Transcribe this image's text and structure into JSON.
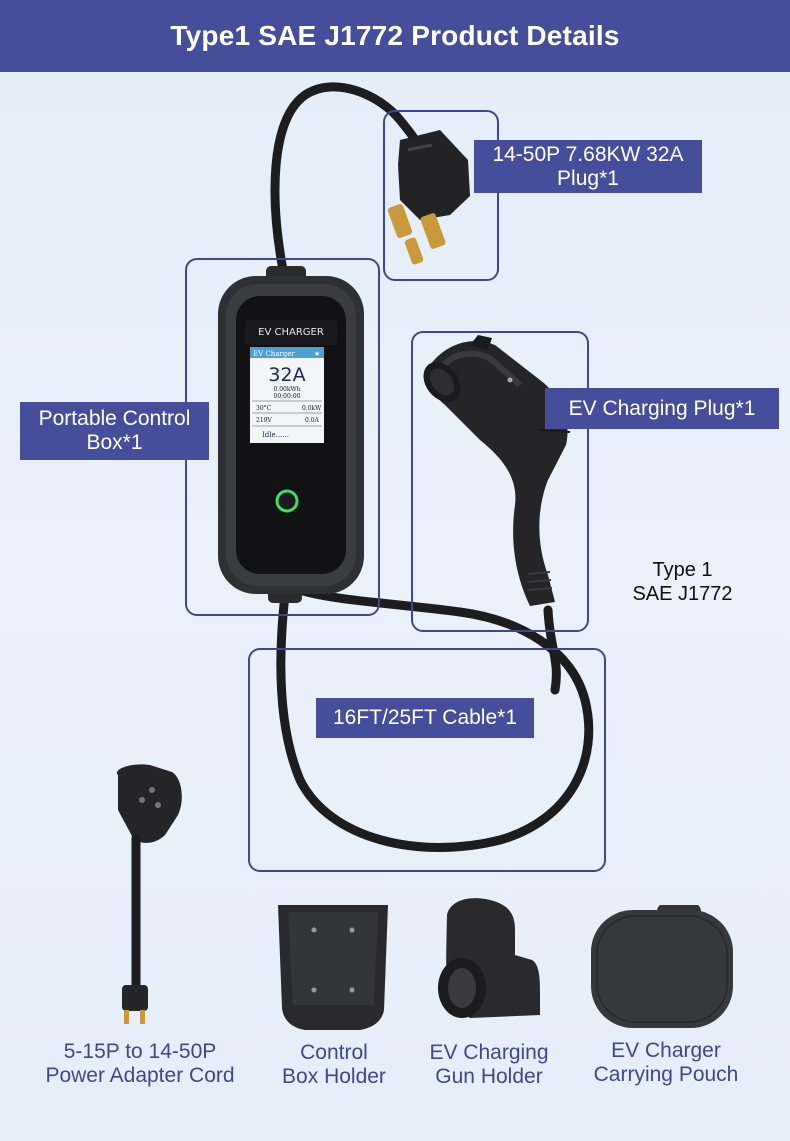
{
  "header": {
    "title": "Type1 SAE J1772 Product Details"
  },
  "callouts": {
    "plug_line1": "14-50P 7.68KW 32A",
    "plug_line2": "Plug*1",
    "control_box_line1": "Portable Control",
    "control_box_line2": "Box*1",
    "charging_plug": "EV Charging Plug*1",
    "cable": "16FT/25FT Cable*1"
  },
  "type_note": {
    "line1": "Type 1",
    "line2": "SAE J1772"
  },
  "control_box": {
    "brand": "EV CHARGER",
    "screen_title": "EV Charger",
    "current": "32A",
    "energy": "0.00kWh",
    "time": "00:00:00",
    "temp": "30°C",
    "power": "0.0kW",
    "voltage": "219V",
    "amps": "0.0A",
    "status": "Idle......"
  },
  "accessories": [
    {
      "line1": "5-15P to 14-50P",
      "line2": "Power Adapter Cord"
    },
    {
      "line1": "Control",
      "line2": "Box Holder"
    },
    {
      "line1": "EV Charging",
      "line2": "Gun Holder"
    },
    {
      "line1": "EV Charger",
      "line2": "Carrying Pouch"
    }
  ],
  "colors": {
    "accent": "#464d9b",
    "frame": "#3f4794",
    "caption": "#3f4794",
    "led": "#3fdc6a"
  }
}
